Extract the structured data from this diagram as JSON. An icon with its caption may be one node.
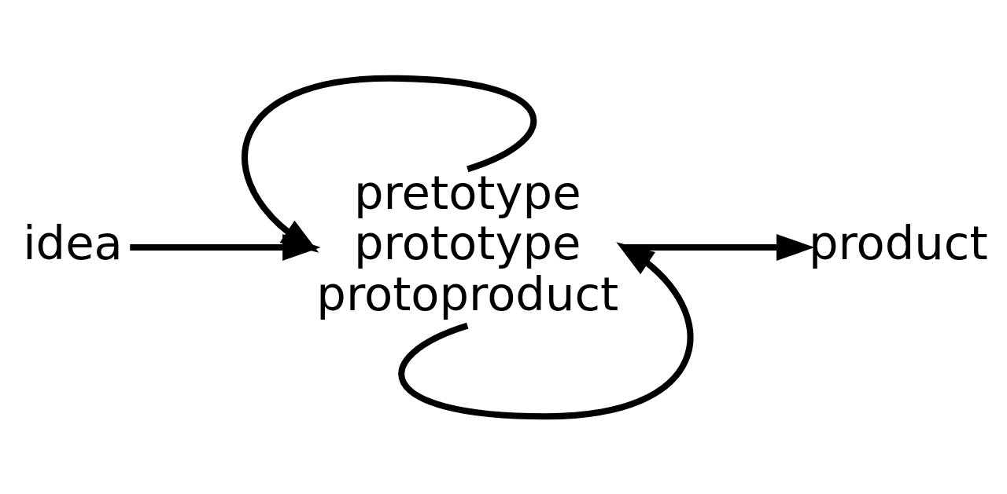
{
  "diagram": {
    "nodes": [
      {
        "text": [
          "idea"
        ]
      },
      {
        "text": [
          "pretotype",
          "prototype",
          "protoproduct"
        ]
      },
      {
        "text": [
          "product"
        ]
      }
    ],
    "edges": [
      {
        "from": 0,
        "to": 1,
        "arrow": "to"
      },
      {
        "from": 1,
        "to": 1,
        "arrow": "to"
      },
      {
        "from": 1,
        "to": 1,
        "arrow": "to"
      },
      {
        "from": 1,
        "to": 2,
        "arrow": "to"
      }
    ]
  }
}
